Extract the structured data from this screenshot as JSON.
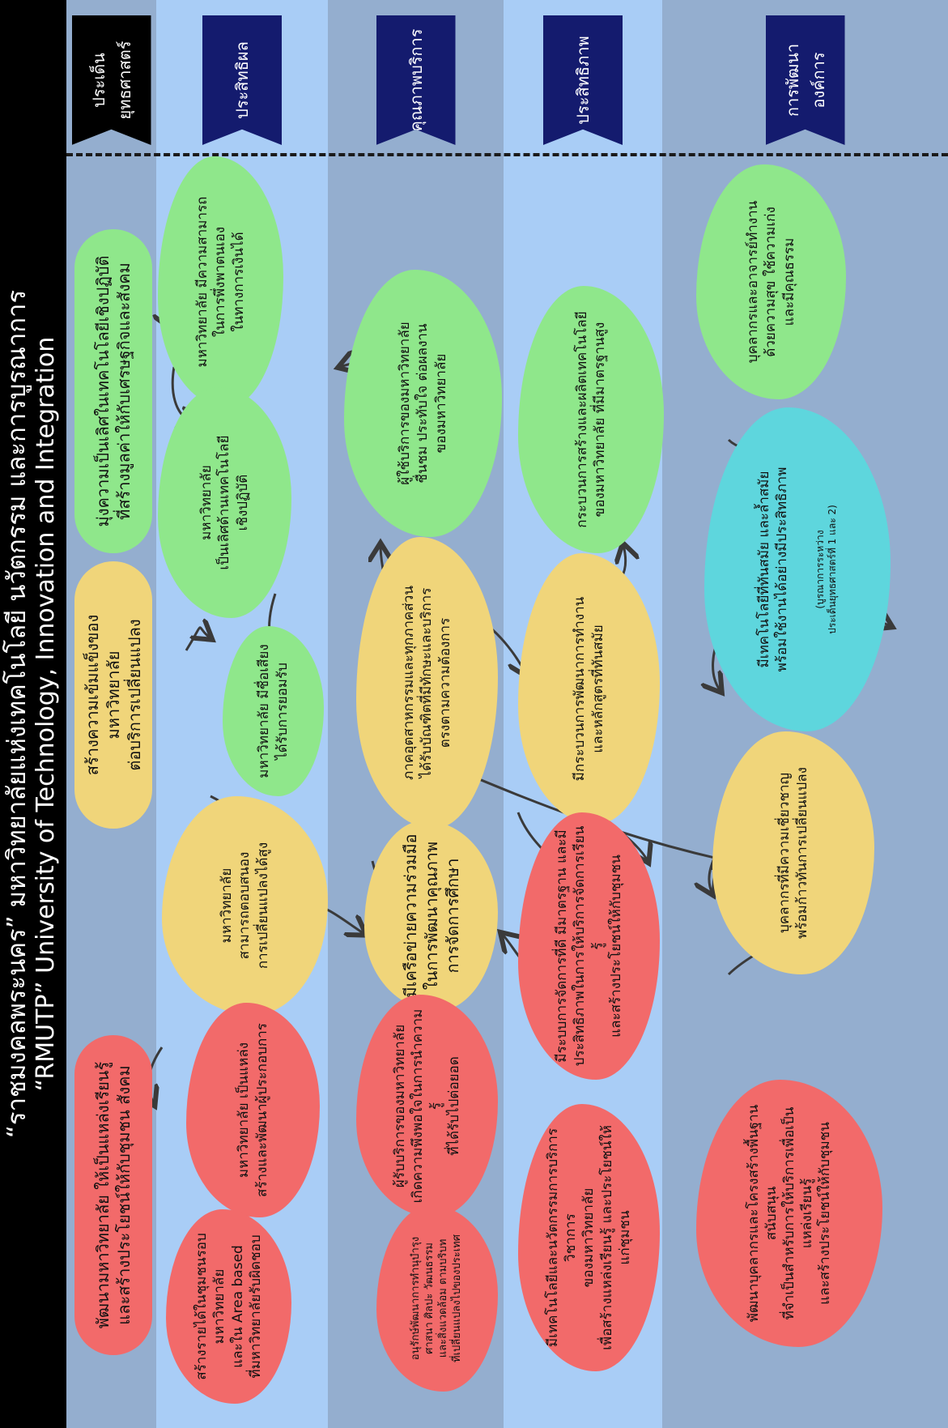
{
  "header": {
    "line1": "“ราชมงคลพระนคร” มหาวิทยาลัยแห่งเทคโนโลยี นวัตกรรม และการบูรณาการ",
    "line2": "“RMUTP” University of Technology, Innovation and Integration"
  },
  "colors": {
    "header_bg": "#000000",
    "band_dark": "#94aecf",
    "band_light": "#a9cdf6",
    "label_black": "#000000",
    "label_navy": "#141b6e",
    "green": "#8fe78b",
    "yellow": "#f0d57a",
    "red": "#f26a6a",
    "cyan": "#5ed6dd"
  },
  "rows": [
    {
      "label": "ประเด็น\nยุทธศาสตร์"
    },
    {
      "label": "ประสิทธิผล"
    },
    {
      "label": "คุณภาพบริการ"
    },
    {
      "label": "ประสิทธิภาพ"
    },
    {
      "label": "การพัฒนา\nองค์การ"
    }
  ],
  "strategies": {
    "green": "มุ่งความเป็นเลิศในเทคโนโลยีเชิงปฏิบัติ\nที่สร้างมูลค่าให้กับเศรษฐกิจและสังคม",
    "yellow": "สร้างความเข้มแข็งของมหาวิทยาลัย\nต่อบริการเปลี่ยนแปลง",
    "red": "พัฒนามหาวิทยาลัย ให้เป็นแหล่งเรียนรู้\nและสร้างประโยชน์ให้กับชุมชน สังคม"
  },
  "nodes": {
    "eff_g1": "มหาวิทยาลัย มีความสามารถ\nในการพึ่งพาตนเอง\nในทางการเงินได้",
    "eff_g2": "มหาวิทยาลัย\nเป็นเลิศด้านเทคโนโลยี\nเชิงปฏิบัติ",
    "eff_g3": "มหาวิทยาลัย มีชื่อเสียง\nได้รับการยอมรับ",
    "eff_y1": "มหาวิทยาลัย\nสามารถตอบสนอง\nการเปลี่ยนแปลงได้สูง",
    "eff_r1": "มหาวิทยาลัย เป็นแหล่ง\nสร้างและพัฒนาผู้ประกอบการ",
    "eff_r2": "สร้างรายได้ในชุมชนรอบ\nมหาวิทยาลัย\nและใน Area based\nที่มหาวิทยาลัยรับผิดชอบ",
    "svc_g1": "ผู้ใช้บริการของมหาวิทยาลัย\nชื่นชม ประทับใจ ต่อผลงาน\nของมหาวิทยาลัย",
    "svc_y1": "ภาคอุตสาหกรรมและทุกภาคส่วน\nได้รับบัณฑิตที่มีทักษะและบริการ\nตรงตามความต้องการ",
    "svc_y2": "มีเครือข่ายความร่วมมือ\nในการพัฒนาคุณภาพ\nการจัดการศึกษา",
    "svc_r1": "ผู้รับบริการของมหาวิทยาลัย\nเกิดความพึงพอใจในการนำความรู้\nที่ได้รับไปต่อยอด",
    "svc_r2": "อนุรักษ์พัฒนาการทำนุบำรุง\nศาสนา ศิลปะ วัฒนธรรม\nและสิ่งแวดล้อม ตามบริบท\nที่เปลี่ยนแปลงไปของประเทศ",
    "prc_g1": "กระบวนการสร้างและผลิตเทคโนโลยี\nของมหาวิทยาลัย ที่มีมาตรฐานสูง",
    "prc_y1": "มีกระบวนการพัฒนาการทำงาน\nและหลักสูตรที่ทันสมัย",
    "prc_r1": "มีระบบการจัดการที่ดี มีมาตรฐาน และมี\nประสิทธิภาพในการให้บริการจัดการเรียนรู้\nและสร้างประโยชน์ให้กับชุมชน",
    "prc_r2": "มีเทคโนโลยีและนวัตกรรมการบริการวิชาการ\nของมหาวิทยาลัย\nเพื่อสร้างแหล่งเรียนรู้ และประโยชน์ให้แก่ชุมชน",
    "org_g1": "บุคลากรและอาจารย์ทำงาน\nด้วยความสุข ใช้ความเก่ง\nและมีคุณธรรม",
    "org_c1": "มีเทคโนโลยีที่ทันสมัย และล้ำสมัย\nพร้อมใช้งานได้อย่างมีประสิทธิภาพ",
    "org_c1_note": "(บูรณาการระหว่าง\nประเด็นยุทธศาสตร์ที่ 1 และ 2)",
    "org_y1": "บุคลากรที่มีความเชี่ยวชาญ\nพร้อมก้าวทันการเปลี่ยนแปลง",
    "org_r1": "พัฒนาบุคลากรและโครงสร้างพื้นฐานสนับสนุน\nที่จำเป็นสำหรับการให้บริการเพื่อเป็นแหล่งเรียนรู้\nและสร้างประโยชน์ให้กับชุมชน"
  }
}
